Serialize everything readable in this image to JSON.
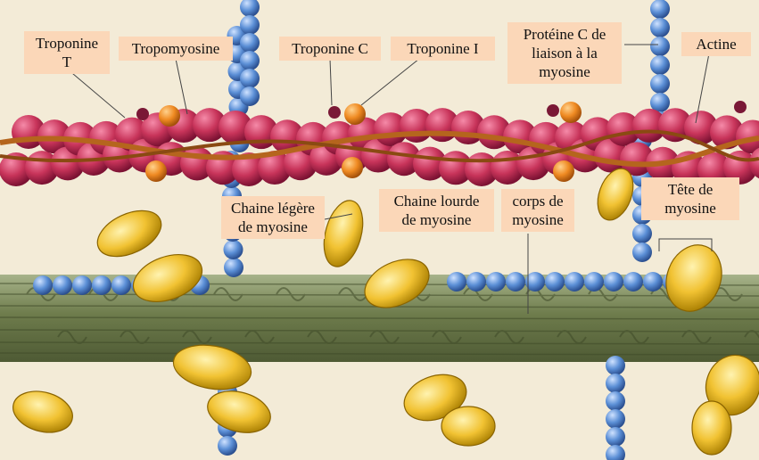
{
  "labels": {
    "troponine_t": "Troponine\nT",
    "tropomyosine": "Tropomyosine",
    "troponine_c": "Troponine C",
    "troponine_i": "Troponine I",
    "proteine_c": "Protéine C de\nliaison à la\nmyosine",
    "actine": "Actine",
    "chaine_legere": "Chaine légère\nde myosine",
    "chaine_lourde": "Chaine lourde\nde myosine",
    "corps_myosine": "corps de\nmyosine",
    "tete_myosine": "Tête de\nmyosine"
  },
  "colors": {
    "background": "#f3ebd7",
    "actin_bead": "#c8345a",
    "tropomyosin": "#b5651d",
    "troponin": "#ef8a22",
    "light_chain_bead": "#5b8fd6",
    "myosin_head": "#f1c232",
    "thick_filament": "#7a8a5a",
    "label_background": "#fbd7b8"
  }
}
